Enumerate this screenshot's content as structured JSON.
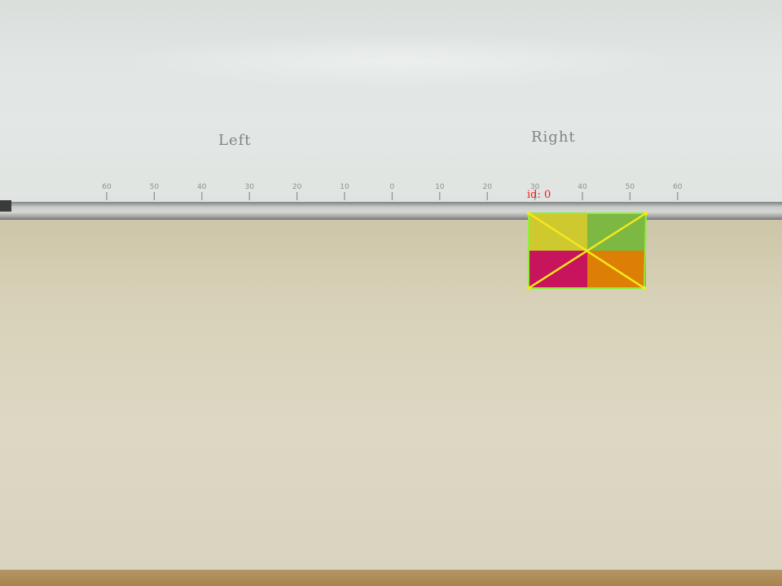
{
  "board": {
    "label_left": "Left",
    "label_right": "Right",
    "scale_numbers": [
      "60",
      "50",
      "40",
      "30",
      "20",
      "10",
      "0",
      "10",
      "20",
      "30",
      "40",
      "50",
      "60"
    ]
  },
  "detection": {
    "id_label": "id: 0",
    "quadrant_colors": {
      "top_left": "#cfc930",
      "top_right": "#7db843",
      "bottom_left": "#c8145c",
      "bottom_right": "#de7f05"
    },
    "outline_color": "#8cf03a",
    "diagonal_color": "#f5e81c",
    "label_color": "#ff1a1a"
  }
}
